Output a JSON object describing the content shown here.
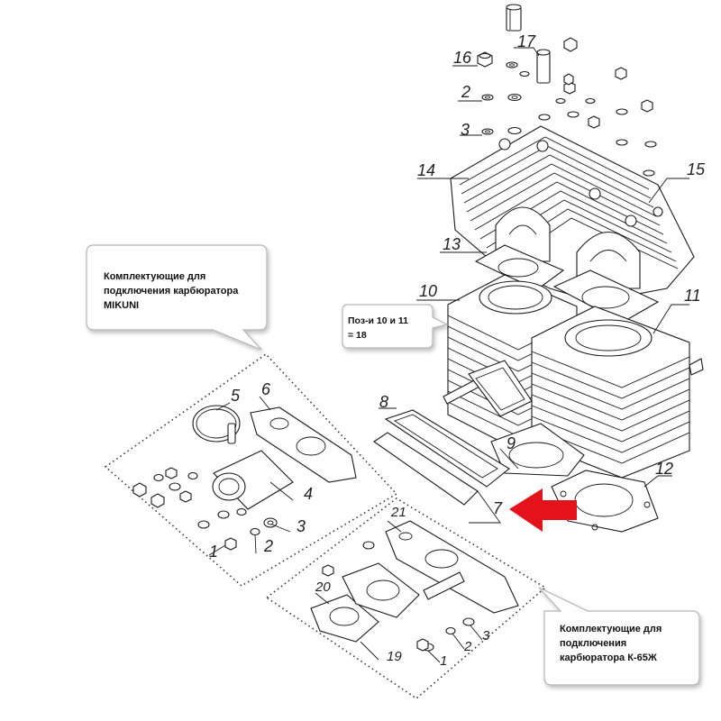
{
  "callouts": {
    "mikuni": [
      "Комплектующие для",
      "подключения карбюратора",
      "MIKUNI"
    ],
    "k65": [
      "Комплектующие для",
      "подключения",
      "карбюратора К-65Ж"
    ],
    "qty": [
      "Поз-и 10 и 11",
      "= 18"
    ]
  },
  "part_numbers": {
    "p1": "1",
    "p2": "2",
    "p3": "3",
    "p4": "4",
    "p5": "5",
    "p6": "6",
    "p7": "7",
    "p8": "8",
    "p9": "9",
    "p10": "10",
    "p11": "11",
    "p12": "12",
    "p13": "13",
    "p14": "14",
    "p15": "15",
    "p16": "16",
    "p17": "17",
    "p20": "20",
    "p21": "21"
  },
  "colors": {
    "arrow": "#e3121b",
    "line": "#1a1a1a",
    "box_border": "#b5b5b5"
  }
}
